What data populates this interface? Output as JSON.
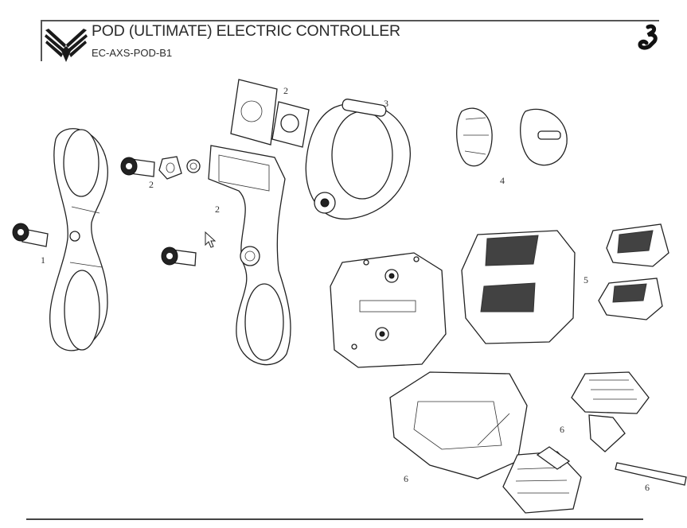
{
  "header": {
    "title": "POD (ULTIMATE) ELECTRIC CONTROLLER",
    "part_code": "EC-AXS-POD-B1",
    "logo_icon": "eagle-wings-logo",
    "brand_icon": "sram-s-logo"
  },
  "callouts": [
    {
      "id": "callout-1",
      "label": "1"
    },
    {
      "id": "callout-2a",
      "label": "2"
    },
    {
      "id": "callout-2b",
      "label": "2"
    },
    {
      "id": "callout-2c",
      "label": "2"
    },
    {
      "id": "callout-3",
      "label": "3"
    },
    {
      "id": "callout-4",
      "label": "4"
    },
    {
      "id": "callout-5",
      "label": "5"
    },
    {
      "id": "callout-6a",
      "label": "6"
    },
    {
      "id": "callout-6b",
      "label": "6"
    },
    {
      "id": "callout-6c",
      "label": "6"
    }
  ],
  "colors": {
    "line": "#222222",
    "text": "#2b2b2b"
  }
}
